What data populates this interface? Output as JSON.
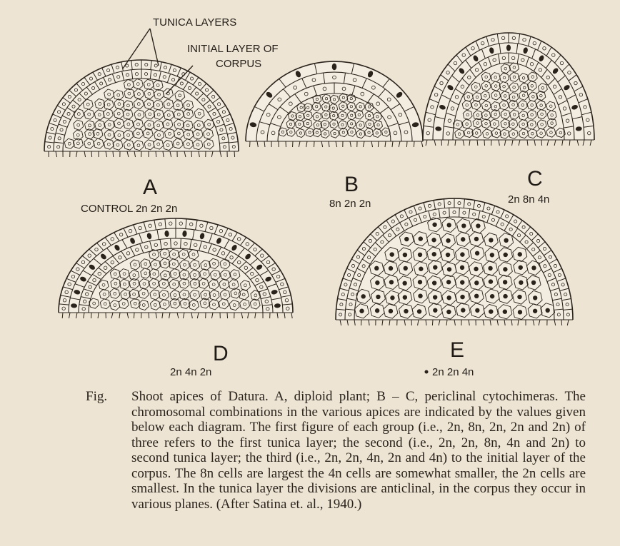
{
  "labels": {
    "tunica_layers": "TUNICA LAYERS",
    "initial_layer_line1": "INITIAL LAYER OF",
    "initial_layer_line2": "CORPUS"
  },
  "panels": [
    {
      "letter": "A",
      "ploidy": "CONTROL 2n  2n 2n"
    },
    {
      "letter": "B",
      "ploidy": "8n 2n 2n"
    },
    {
      "letter": "C",
      "ploidy": "2n 8n 4n"
    },
    {
      "letter": "D",
      "ploidy": "2n 4n 2n"
    },
    {
      "letter": "E",
      "ploidy": "2n 2n 4n"
    }
  ],
  "caption": {
    "fig_label": "Fig.",
    "text": "Shoot apices of Datura. A, diploid plant; B – C, periclinal cytochimeras. The chromosomal combinations in the various apices are indicated by the values given below each diagram. The first figure of each group (i.e., 2n, 8n, 2n, 2n and 2n) of three refers to the first tunica layer; the second (i.e., 2n, 2n, 8n, 4n and 2n) to second tunica layer; the third (i.e., 2n, 2n, 4n, 2n and 4n) to the initial layer of the corpus. The 8n cells are largest the 4n cells are somewhat smaller, the 2n cells are smallest. In the tunica layer the divisions are anticlinal, in the corpus they occur in various planes. (After Satina et. al., 1940.)"
  },
  "colors": {
    "paper": "#ede4d3",
    "ink": "#2a231c"
  }
}
